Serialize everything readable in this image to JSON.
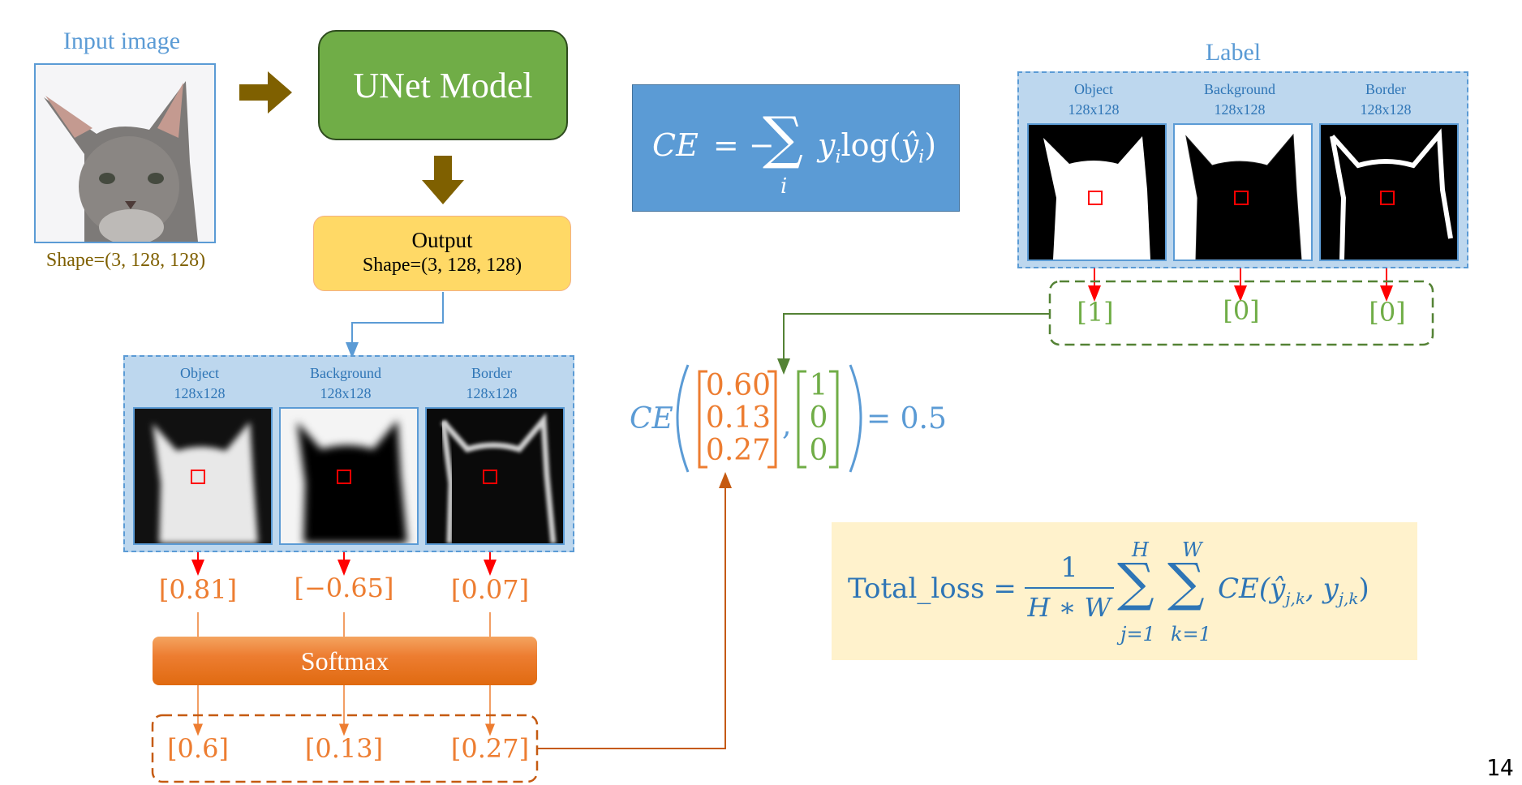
{
  "input": {
    "title": "Input image",
    "shape": "Shape=(3, 128, 128)"
  },
  "model": {
    "label": "UNet Model"
  },
  "output": {
    "title": "Output",
    "shape": "Shape=(3, 128, 128)"
  },
  "ce_formula": {
    "lhs": "CE",
    "eq": "= −",
    "sigma": "∑",
    "sub": "i",
    "term": "y",
    "term_sub": "i",
    "log": "log(",
    "yhat": "ŷ",
    "yhat_sub": "i",
    "close": ")"
  },
  "label_panel": {
    "title": "Label",
    "channels": [
      {
        "name": "Object",
        "size": "128x128"
      },
      {
        "name": "Background",
        "size": "128x128"
      },
      {
        "name": "Border",
        "size": "128x128"
      }
    ],
    "values": [
      "[1]",
      "[0]",
      "[0]"
    ]
  },
  "pred_panel": {
    "channels": [
      {
        "name": "Object",
        "size": "128x128"
      },
      {
        "name": "Background",
        "size": "128x128"
      },
      {
        "name": "Border",
        "size": "128x128"
      }
    ],
    "logits": [
      "[0.81]",
      "[−0.65]",
      "[0.07]"
    ],
    "probs": [
      "[0.6]",
      "[0.13]",
      "[0.27]"
    ]
  },
  "softmax": {
    "label": "Softmax"
  },
  "ce_example": {
    "fn": "CE",
    "pred": [
      "0.60",
      "0.13",
      "0.27"
    ],
    "target": [
      "1",
      "0",
      "0"
    ],
    "comma": ",",
    "result": "= 0.5"
  },
  "total_loss": {
    "lhs": "Total_loss =",
    "num": "1",
    "den": "H ∗ W",
    "sum1_top": "H",
    "sum1_bot": "j=1",
    "sum2_top": "W",
    "sum2_bot": "k=1",
    "rhs": "CE(ŷ",
    "rhs_sub1": "j,k",
    "rhs_mid": ", y",
    "rhs_sub2": "j,k",
    "rhs_close": ")"
  },
  "page_number": "14",
  "colors": {
    "blue": "#5b9bd5",
    "dark_blue": "#2e75b6",
    "orange": "#ed7d31",
    "green": "#70ad47",
    "olive": "#7f6000",
    "model_green": "#70ad47",
    "output_yellow": "#ffd966",
    "red": "#ff0000",
    "light_blue": "#bdd7ee",
    "cream": "#fff2cc"
  }
}
